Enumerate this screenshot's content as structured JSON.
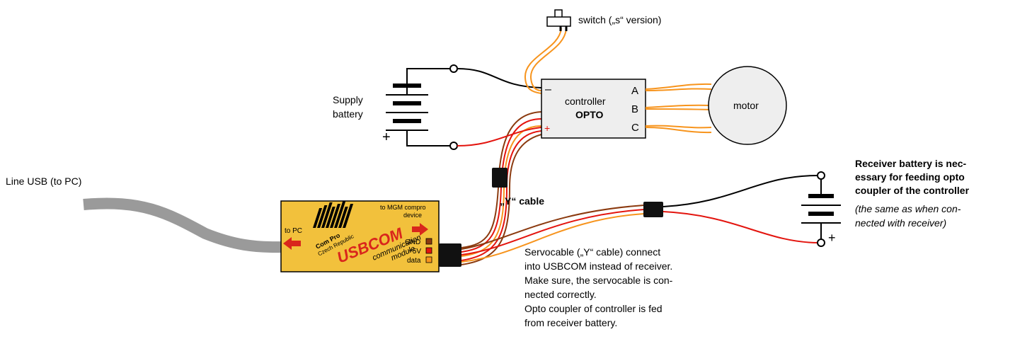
{
  "labels": {
    "switch": "switch („s“ version)",
    "supply_battery": [
      "Supply",
      "battery"
    ],
    "controller": "controller",
    "controller_model": "OPTO",
    "motor": "motor",
    "terminal_minus": "–",
    "terminal_plus": "+",
    "phase_a": "A",
    "phase_b": "B",
    "phase_c": "C",
    "battery_plus": "+",
    "line_usb": "Line USB  (to PC)",
    "y_cable": "„Y“ cable"
  },
  "usbcom": {
    "to_pc": "to PC",
    "to_device": [
      "to MGM compro",
      "device"
    ],
    "brand": [
      "Com Pro",
      "Czech Republic"
    ],
    "name": "USBCOM",
    "subtitle": [
      "communication",
      "module"
    ],
    "pins": [
      "GND",
      "+5V",
      "data"
    ]
  },
  "receiver_note": {
    "bold": [
      "Receiver battery is nec-",
      "essary for feeding opto",
      "coupler of the controller"
    ],
    "italic": [
      "(the same as when con-",
      "nected with receiver)"
    ],
    "plus": "+"
  },
  "servo_note": [
    "Servocable („Y“ cable) connect",
    "into USBCOM instead of receiver.",
    "Make sure, the servocable is con-",
    "nected correctly.",
    "Opto coupler of controller is fed",
    "from receiver battery."
  ],
  "colors": {
    "wire_orange": "#f7941d",
    "wire_red": "#e3140e",
    "wire_brown": "#8b3a0f",
    "module_yellow": "#f2c13c",
    "usb_cable": "#9a9a9a",
    "arrow_red": "#d9261c"
  }
}
